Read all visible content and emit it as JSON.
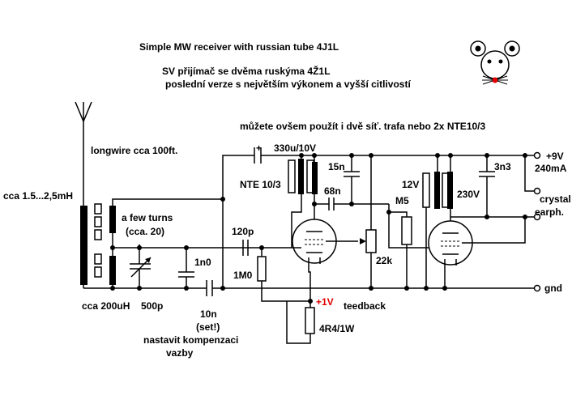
{
  "title": {
    "en": "Simple MW receiver with russian tube 4J1L",
    "cz_line1": "SV přijímač se dvěma  ruskýma 4Ž1L",
    "cz_line2": "poslední verze s největším výkonem a vyšší citlivostí"
  },
  "note_transformers": "můžete ovšem použít i dvě síť. trafa nebo 2x NTE10/3",
  "labels": {
    "longwire": "longwire cca 100ft.",
    "antenna_coil": "cca 1.5...2,5mH",
    "few_turns": "a few turns",
    "few_turns_count": "(cca. 20)",
    "coil_200uH": "cca 200uH",
    "cap_500p": "500p",
    "cap_330u": "330u/10V",
    "plus": "+",
    "nte": "NTE 10/3",
    "cap_15n": "15n",
    "cap_68n": "68n",
    "cap_120p": "120p",
    "res_1M0": "1M0",
    "cap_1n0": "1n0",
    "pot_22k": "22k",
    "res_M5": "M5",
    "v_12": "12V",
    "v_230": "230V",
    "cap_3n3": "3n3",
    "supply": "+9V",
    "current": "240mA",
    "crystal": "crystal",
    "earph": "earph.",
    "gnd": "gnd",
    "cap_10n": "10n",
    "set": "(set!)",
    "compensation1": "nastavit kompenzaci",
    "compensation2": "vazby",
    "teedback": "teedback",
    "plus1v": "+1V",
    "res_4R4": "4R4/1W"
  },
  "colors": {
    "ink": "#000000",
    "accent": "#e00000",
    "background": "#ffffff"
  },
  "icons": [
    "antenna-icon",
    "mouse-face-icon"
  ]
}
